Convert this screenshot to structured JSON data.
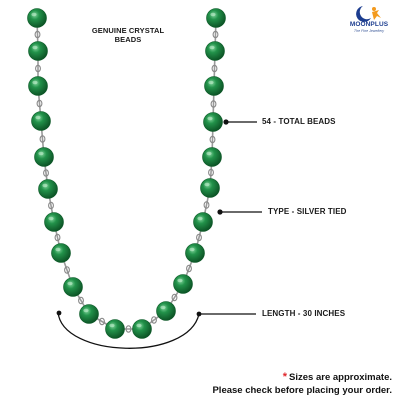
{
  "heading": {
    "line1": "GENUINE CRYSTAL",
    "line2": "BEADS"
  },
  "logo": {
    "name": "MOONPLUS",
    "tagline": "The Fine Jewellery"
  },
  "callouts": {
    "total_beads": "54 - TOTAL BEADS",
    "type": "TYPE - SILVER TIED",
    "length": "LENGTH - 30 INCHES"
  },
  "note": {
    "asterisk": "*",
    "line1": "Sizes are approximate.",
    "line2": "Please check before placing your order."
  },
  "colors": {
    "bead": "#1e8a43",
    "bead_dark": "#0d5a28",
    "bead_light": "#5fc07c",
    "wire": "#9a9a9a",
    "callout_line": "#111111",
    "asterisk": "#e0272c",
    "logo_blue": "#1c3d8f",
    "logo_orange": "#f39a1e"
  }
}
